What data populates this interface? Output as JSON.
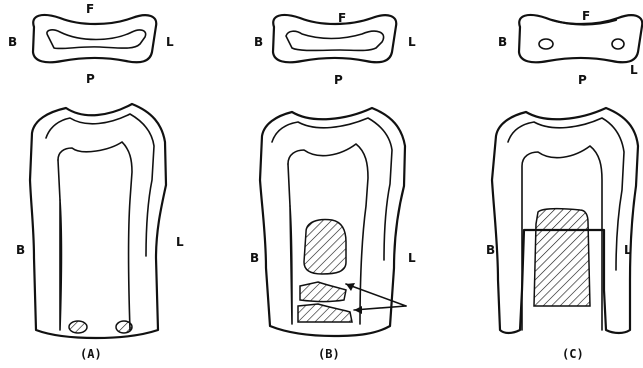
{
  "panels": [
    {
      "id": "A",
      "caption": "(A)",
      "cross_section": {
        "top": "F",
        "left": "B",
        "right": "L",
        "bottom": "P"
      },
      "long_section": {
        "left": "B",
        "right": "L"
      }
    },
    {
      "id": "B",
      "caption": "(B)",
      "cross_section": {
        "top": "F",
        "left": "B",
        "right": "L",
        "bottom": "P"
      },
      "long_section": {
        "left": "B",
        "right": "L"
      }
    },
    {
      "id": "C",
      "caption": "(C)",
      "cross_section": {
        "top": "F",
        "left": "B",
        "right": "L",
        "bottom": "P"
      },
      "long_section": {
        "left": "B",
        "right": "L"
      }
    }
  ]
}
